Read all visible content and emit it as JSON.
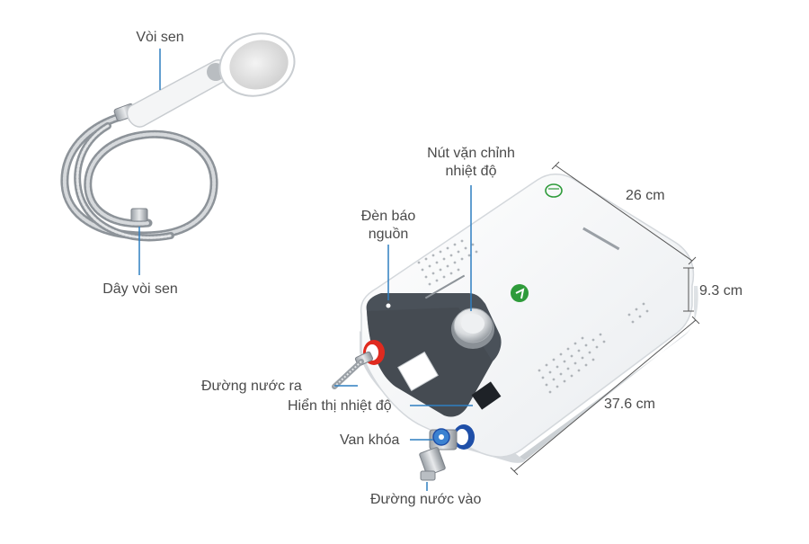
{
  "labels": {
    "shower_head": "Vòi sen",
    "shower_hose": "Dây vòi sen",
    "power_light_line1": "Đèn báo",
    "power_light_line2": "nguồn",
    "knob_line1": "Nút vặn chỉnh",
    "knob_line2": "nhiệt độ",
    "water_out": "Đường nước ra",
    "temp_display": "Hiển thị nhiệt độ",
    "valve": "Van khóa",
    "water_in": "Đường nước vào"
  },
  "dimensions": {
    "width": "26 cm",
    "depth": "9.3 cm",
    "height": "37.6 cm"
  },
  "colors": {
    "leader_line": "#2f7fc1",
    "dimension_line": "#555555",
    "panel": "#4a5159",
    "hot_ring": "#e02a1f",
    "cold_ring": "#1f4fa8",
    "eco_green": "#2e9b3a"
  }
}
